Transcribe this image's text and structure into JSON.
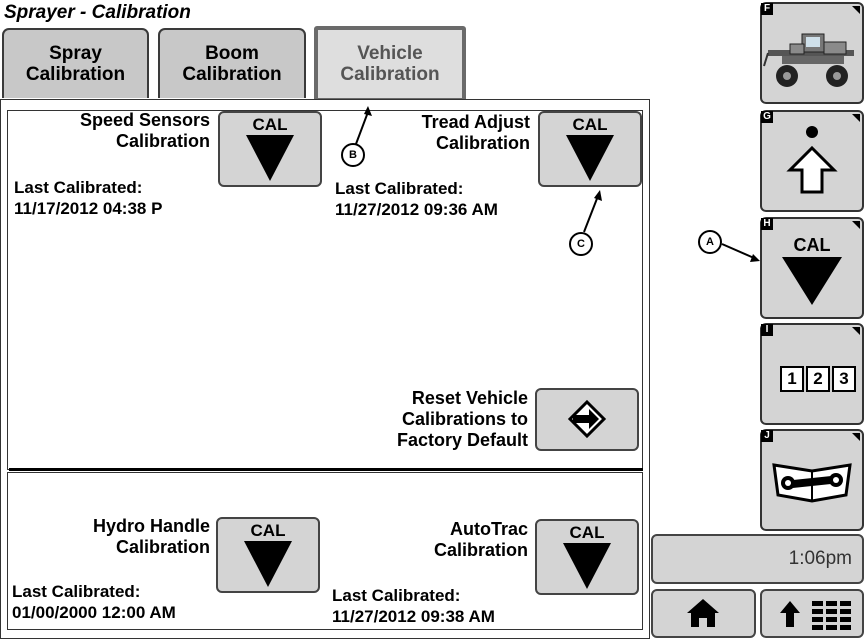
{
  "window": {
    "title": "Sprayer - Calibration"
  },
  "tabs": [
    {
      "label": "Spray\nCalibration",
      "active": false
    },
    {
      "label": "Boom\nCalibration",
      "active": false
    },
    {
      "label": "Vehicle\nCalibration",
      "active": true
    }
  ],
  "top_section": {
    "speed_sensors": {
      "label": "Speed Sensors\nCalibration",
      "button": "CAL",
      "last_label": "Last Calibrated:",
      "last_value": "11/17/2012  04:38 P"
    },
    "tread_adjust": {
      "label": "Tread Adjust\nCalibration",
      "button": "CAL",
      "last_label": "Last Calibrated:",
      "last_value": "11/27/2012  09:36 AM"
    },
    "reset": {
      "label": "Reset Vehicle\nCalibrations to\nFactory Default"
    }
  },
  "bottom_section": {
    "hydro_handle": {
      "label": "Hydro Handle\nCalibration",
      "button": "CAL",
      "last_label": "Last Calibrated:",
      "last_value": "01/00/2000  12:00 AM"
    },
    "autotrac": {
      "label": "AutoTrac\nCalibration",
      "button": "CAL",
      "last_label": "Last Calibrated:",
      "last_value": "11/27/2012  09:38 AM"
    }
  },
  "sidebar": [
    {
      "key": "F",
      "icon": "sprayer-icon"
    },
    {
      "key": "G",
      "icon": "shift-up-icon"
    },
    {
      "key": "H",
      "icon": "cal-down-icon",
      "label": "CAL"
    },
    {
      "key": "I",
      "icon": "numeric-keypad-icon",
      "digits": [
        "1",
        "2",
        "3"
      ]
    },
    {
      "key": "J",
      "icon": "service-manual-icon"
    }
  ],
  "clock": {
    "time": "1:06pm"
  },
  "callouts": {
    "a": "A",
    "b": "B",
    "c": "C"
  }
}
